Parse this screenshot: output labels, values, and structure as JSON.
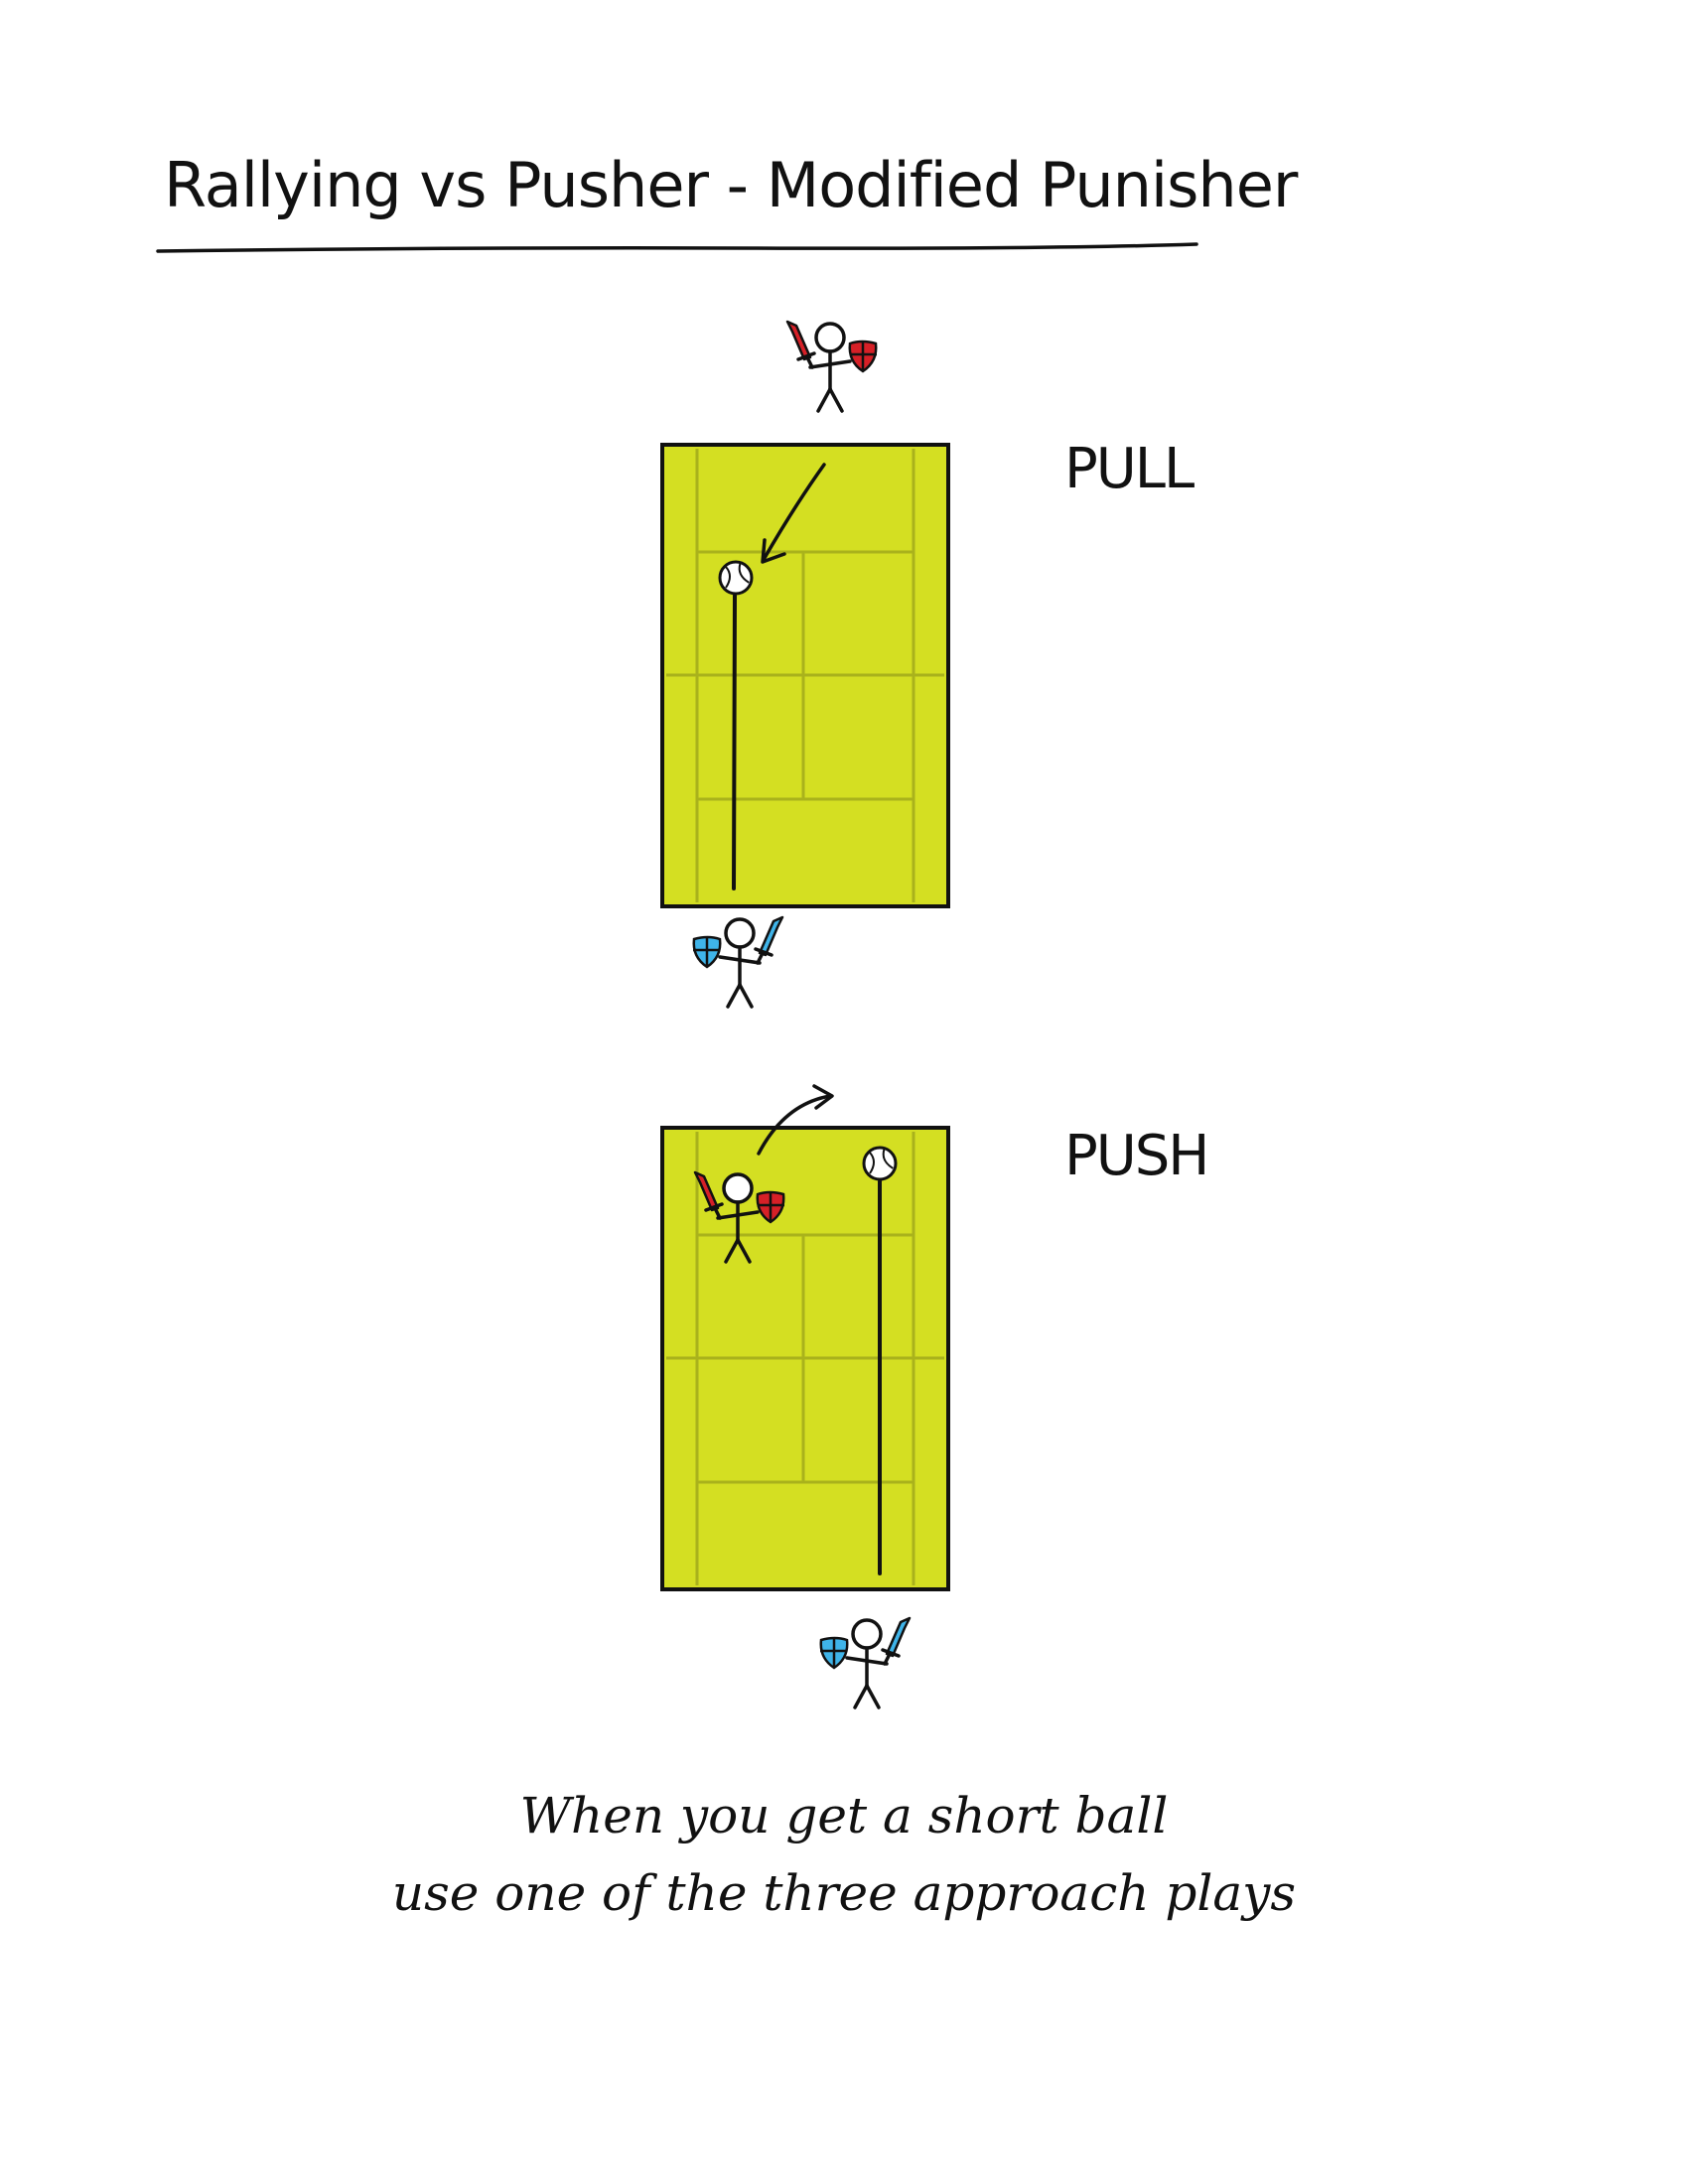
{
  "title": "Rallying vs Pusher - Modified Punisher",
  "panels": [
    {
      "label": "PULL"
    },
    {
      "label": "PUSH"
    }
  ],
  "caption": {
    "line1": "When you get a short ball",
    "line2": "use one of the three approach plays"
  },
  "colors": {
    "court": "#d4df22",
    "court_lines": "#a9b21c",
    "opponent": "#d62027",
    "player": "#3fb4e9",
    "ink": "#111111"
  }
}
